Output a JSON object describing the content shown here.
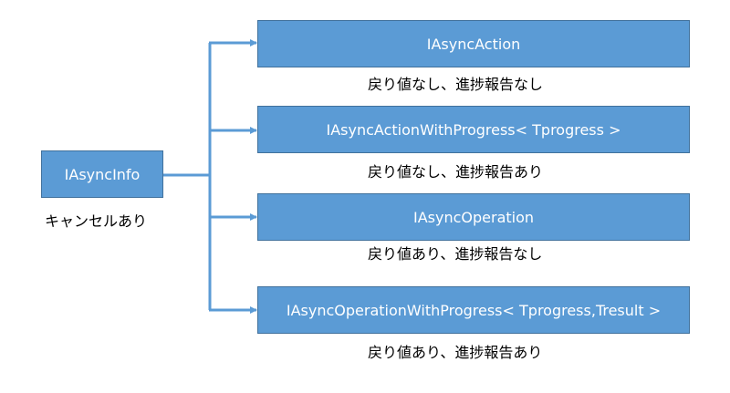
{
  "root": {
    "label": "IAsyncInfo",
    "caption": "キャンセルあり"
  },
  "interfaces": [
    {
      "label": "IAsyncAction",
      "caption": "戻り値なし、進捗報告なし"
    },
    {
      "label": "IAsyncActionWithProgress< Tprogress >",
      "caption": "戻り値なし、進捗報告あり"
    },
    {
      "label": "IAsyncOperation",
      "caption": "戻り値あり、進捗報告なし"
    },
    {
      "label": "IAsyncOperationWithProgress< Tprogress,Tresult >",
      "caption": "戻り値あり、進捗報告あり"
    }
  ],
  "colors": {
    "box_fill": "#5b9bd5",
    "box_border": "#41719c",
    "connector": "#5b9bd5"
  }
}
